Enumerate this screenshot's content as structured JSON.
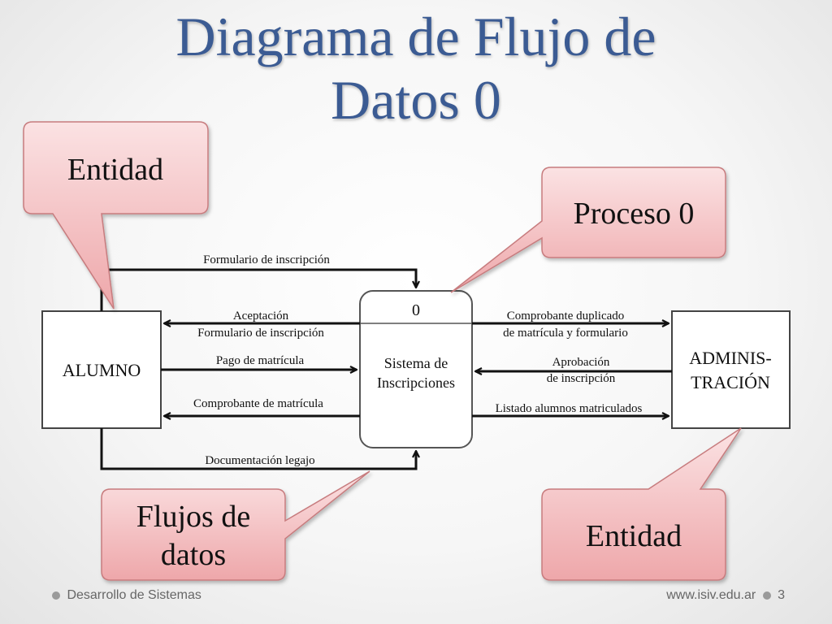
{
  "title": {
    "line1": "Diagrama de Flujo de",
    "line2": "Datos 0"
  },
  "entities": {
    "left": {
      "label": "ALUMNO"
    },
    "right": {
      "line1": "ADMINIS-",
      "line2": "TRACIÓN"
    }
  },
  "process": {
    "number": "0",
    "line1": "Sistema de",
    "line2": "Inscripciones"
  },
  "flows": {
    "formulario_inscripcion": "Formulario de inscripción",
    "aceptacion_line1": "Aceptación",
    "aceptacion_line2": "Formulario de inscripción",
    "pago_matricula": "Pago de matrícula",
    "comprobante_matricula": "Comprobante de matrícula",
    "documentacion_legajo": "Documentación legajo",
    "comprobante_duplicado_line1": "Comprobante duplicado",
    "comprobante_duplicado_line2": "de matrícula y formulario",
    "aprobacion_line1": "Aprobación",
    "aprobacion_line2": "de inscripción",
    "listado": "Listado alumnos matriculados"
  },
  "callouts": {
    "entidad_top": "Entidad",
    "proceso": "Proceso 0",
    "flujos_line1": "Flujos de",
    "flujos_line2": "datos",
    "entidad_bottom": "Entidad"
  },
  "footer": {
    "left": "Desarrollo de Sistemas",
    "right": "www.isiv.edu.ar",
    "page": "3"
  },
  "colors": {
    "title": "#3b5b93",
    "callout_fill": "#f3b9bb",
    "callout_stroke": "#c77b7e"
  }
}
